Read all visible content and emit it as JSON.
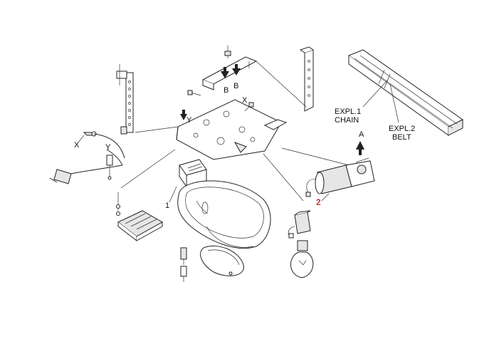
{
  "callouts": {
    "expl1_line1": "EXPL.1",
    "expl1_line2": "CHAIN",
    "expl2_line1": "EXPL.2",
    "expl2_line2": "BELT",
    "arrow_a": "A",
    "arrow_b1": "B",
    "arrow_b2": "B",
    "mark_x_left": "X",
    "mark_x_top": "X",
    "mark_y_left": "Y",
    "mark_y_top": "Y",
    "part_1": "1",
    "part_2": "2"
  },
  "colors": {
    "line": "#222222",
    "highlight_part": "#c0392b",
    "shade": "#bdbdbd"
  }
}
